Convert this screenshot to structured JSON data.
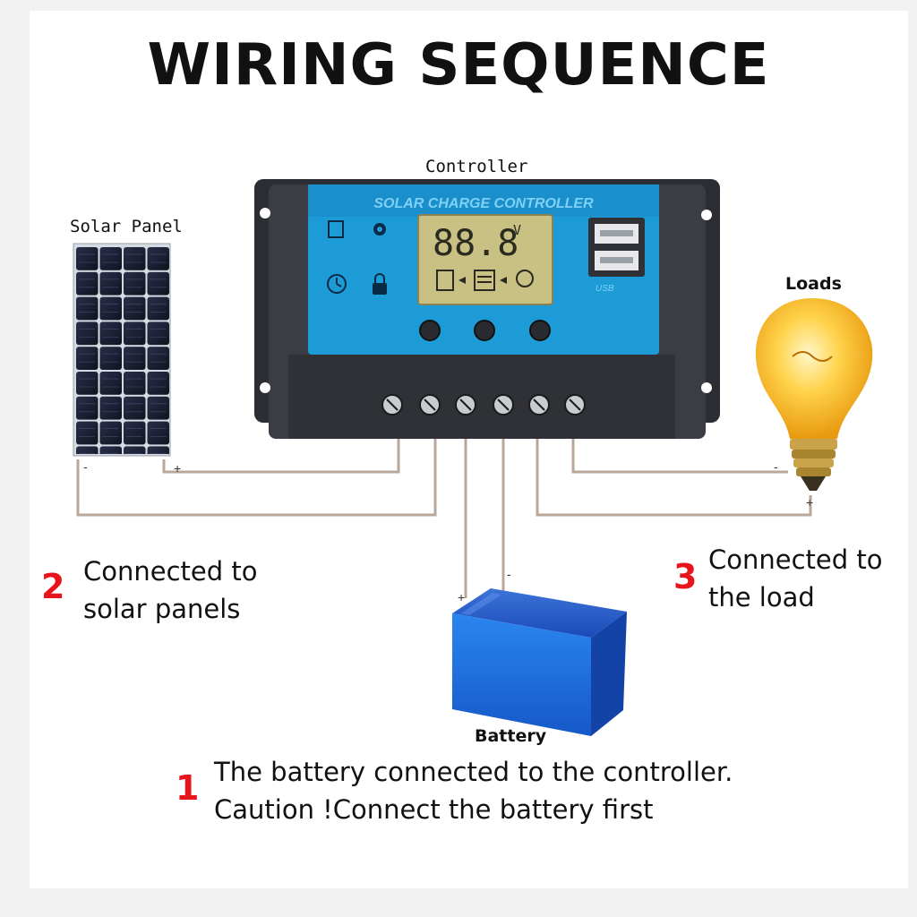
{
  "title": "WIRING SEQUENCE",
  "labels": {
    "controller": "Controller",
    "solar_panel": "Solar Panel",
    "loads": "Loads",
    "battery": "Battery"
  },
  "controller_device": {
    "banner": "SOLAR CHARGE CONTROLLER",
    "lcd_value": "88.8",
    "lcd_unit": "V",
    "usb_label": "USB"
  },
  "steps": [
    {
      "number": "1",
      "line1": "The battery connected to the controller.",
      "line2": "Caution !Connect the battery first"
    },
    {
      "number": "2",
      "line1": "Connected to",
      "line2": "solar panels"
    },
    {
      "number": "3",
      "line1": "Connected to",
      "line2": "the load"
    }
  ],
  "polarity": {
    "plus": "+",
    "minus": "-"
  },
  "colors": {
    "controller_blue": "#1d9bd7",
    "lcd": "#c9c083",
    "step_red": "#e8141b",
    "battery_blue": "#1f5fcf",
    "bulb": "#f6b81e"
  }
}
